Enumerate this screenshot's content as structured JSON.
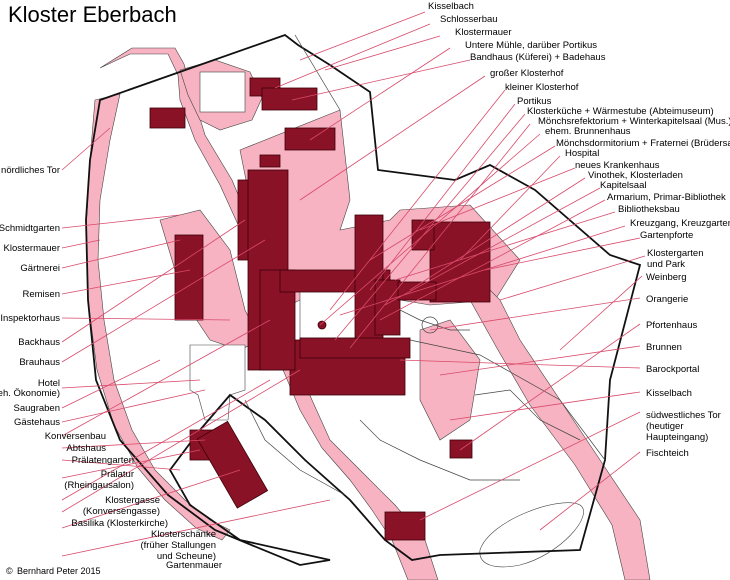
{
  "title": "Kloster Eberbach",
  "credit": "Bernhard Peter 2015",
  "credit_symbol": "©",
  "labels_right": [
    {
      "id": "kisselbach-1",
      "lines": [
        "Kisselbach"
      ]
    },
    {
      "id": "schlosserbau",
      "lines": [
        "Schlosserbau"
      ]
    },
    {
      "id": "klostermauer-1",
      "lines": [
        "Klostermauer"
      ]
    },
    {
      "id": "untere-muehle",
      "lines": [
        "Untere Mühle, darüber Portikus"
      ]
    },
    {
      "id": "bandhaus",
      "lines": [
        "Bandhaus (Küferei) + Badehaus"
      ]
    },
    {
      "id": "grosser-klosterhof",
      "lines": [
        "großer Klosterhof"
      ]
    },
    {
      "id": "kleiner-klosterhof",
      "lines": [
        "kleiner Klosterhof"
      ]
    },
    {
      "id": "portikus",
      "lines": [
        "Portikus"
      ]
    },
    {
      "id": "klosterkueche",
      "lines": [
        "Klosterküche + Wärmestube (Abteimuseum)"
      ]
    },
    {
      "id": "moenchsrefektorium",
      "lines": [
        "Mönchsrefektorium + Winterkapitelsaal (Mus.)"
      ]
    },
    {
      "id": "brunnenhaus",
      "lines": [
        "ehem. Brunnenhaus"
      ]
    },
    {
      "id": "moenchsdormitorium",
      "lines": [
        "Mönchsdormitorium + Fraternei (Brüdersaal)"
      ]
    },
    {
      "id": "hospital",
      "lines": [
        "Hospital"
      ]
    },
    {
      "id": "krankenhaus",
      "lines": [
        "neues Krankenhaus"
      ]
    },
    {
      "id": "vinothek",
      "lines": [
        "Vinothek, Klosterladen"
      ]
    },
    {
      "id": "kapitelsaal",
      "lines": [
        "Kapitelsaal"
      ]
    },
    {
      "id": "armarium",
      "lines": [
        "Armarium, Primar-Bibliothek"
      ]
    },
    {
      "id": "bibliotheksbau",
      "lines": [
        "Bibliotheksbau"
      ]
    },
    {
      "id": "kreuzgang",
      "lines": [
        "Kreuzgang, Kreuzgarten"
      ]
    },
    {
      "id": "gartenpforte",
      "lines": [
        "Gartenpforte"
      ]
    },
    {
      "id": "klostergarten",
      "lines": [
        "Klostergarten",
        "und Park"
      ]
    },
    {
      "id": "weinberg",
      "lines": [
        "Weinberg"
      ]
    },
    {
      "id": "orangerie",
      "lines": [
        "Orangerie"
      ]
    },
    {
      "id": "pfortenhaus",
      "lines": [
        "Pfortenhaus"
      ]
    },
    {
      "id": "brunnen",
      "lines": [
        "Brunnen"
      ]
    },
    {
      "id": "barockportal",
      "lines": [
        "Barockportal"
      ]
    },
    {
      "id": "kisselbach-2",
      "lines": [
        "Kisselbach"
      ]
    },
    {
      "id": "suedwestliches-tor",
      "lines": [
        "südwestliches Tor",
        "(heutiger",
        "Haupteingang)"
      ]
    },
    {
      "id": "fischteich",
      "lines": [
        "Fischteich"
      ]
    }
  ],
  "labels_left": [
    {
      "id": "noerdliches-tor",
      "lines": [
        "nördliches Tor"
      ]
    },
    {
      "id": "schmidtgarten",
      "lines": [
        "Schmidtgarten"
      ]
    },
    {
      "id": "klostermauer-2",
      "lines": [
        "Klostermauer"
      ]
    },
    {
      "id": "gaertnerei",
      "lines": [
        "Gärtnerei"
      ]
    },
    {
      "id": "remisen",
      "lines": [
        "Remisen"
      ]
    },
    {
      "id": "inspektorhaus",
      "lines": [
        "Inspektorhaus"
      ]
    },
    {
      "id": "backhaus",
      "lines": [
        "Backhaus"
      ]
    },
    {
      "id": "brauhaus",
      "lines": [
        "Brauhaus"
      ]
    },
    {
      "id": "hotel",
      "lines": [
        "Hotel",
        "(eh. Ökonomie)"
      ]
    },
    {
      "id": "saugraben",
      "lines": [
        "Saugraben"
      ]
    },
    {
      "id": "gaestehaus",
      "lines": [
        "Gästehaus"
      ]
    },
    {
      "id": "konversenbau",
      "lines": [
        "Konversenbau"
      ]
    },
    {
      "id": "abtshaus",
      "lines": [
        "Abtshaus"
      ]
    },
    {
      "id": "praelatengarten",
      "lines": [
        "Prälatengarten"
      ]
    },
    {
      "id": "praelatur",
      "lines": [
        "Prälatur",
        "(Rheingausalon)"
      ]
    },
    {
      "id": "klostergasse",
      "lines": [
        "Klostergasse",
        "(Konversengasse)"
      ]
    },
    {
      "id": "basilika",
      "lines": [
        "Basilika (Klosterkirche)"
      ]
    },
    {
      "id": "klosterschaenke",
      "lines": [
        "Klosterschänke",
        "(früher Stallungen",
        "und Scheune)"
      ]
    },
    {
      "id": "gartenmauer",
      "lines": [
        "Gartenmauer"
      ]
    }
  ],
  "colors": {
    "ground": "#f7b3c2",
    "building": "#8a1226",
    "building_outline": "#3a0008",
    "leader": "#d84a6a",
    "wall": "#111111"
  }
}
